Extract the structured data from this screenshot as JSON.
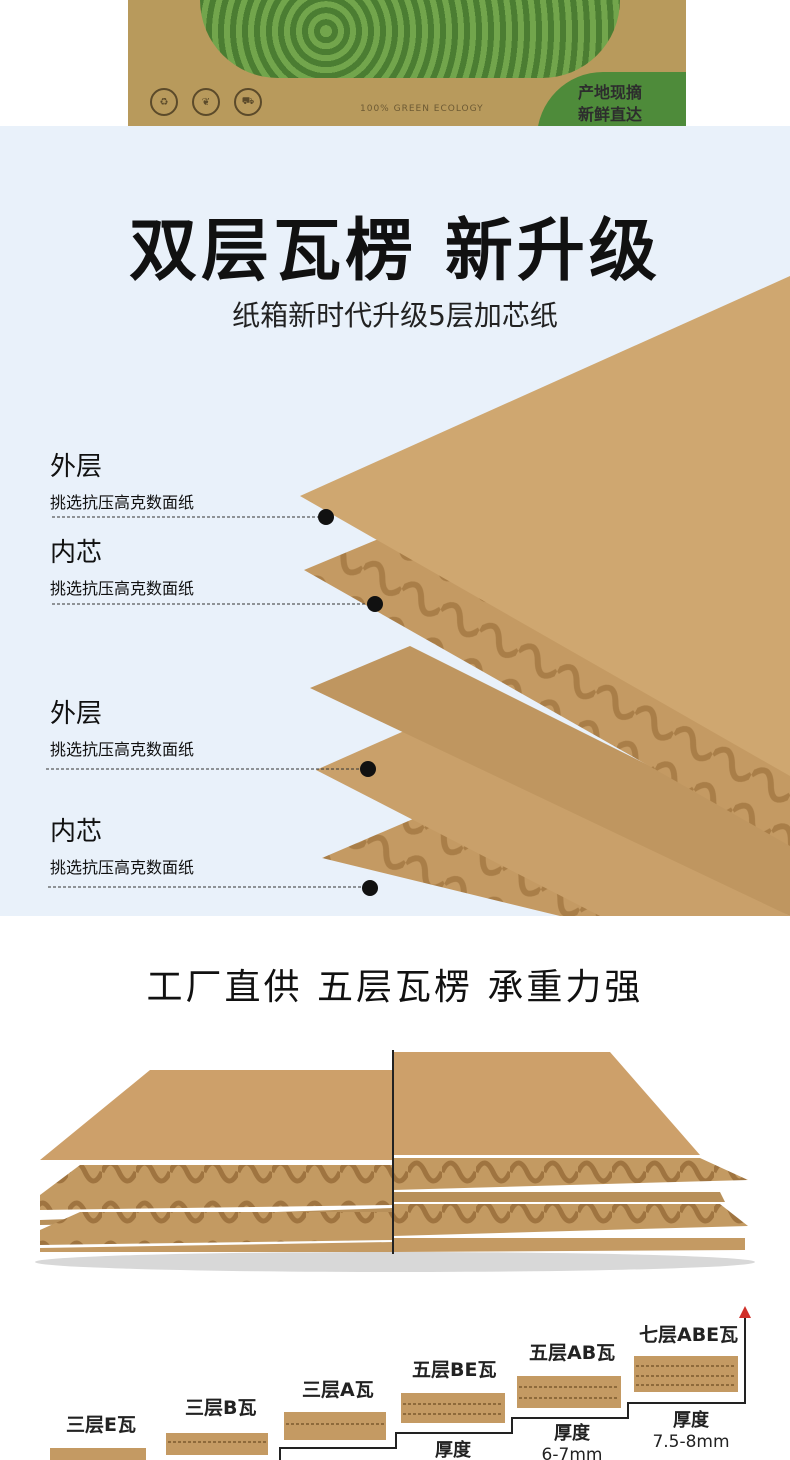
{
  "box": {
    "icons": [
      "纸箱",
      "新鲜",
      "放心"
    ],
    "eco_text": "100% GREEN ECOLOGY",
    "slogan_line1": "产地现摘",
    "slogan_line2": "新鲜直达"
  },
  "hero": {
    "title": "双层瓦楞 新升级",
    "subtitle": "纸箱新时代升级5层加芯纸",
    "layers": [
      {
        "name": "外层",
        "desc": "挑选抗压高克数面纸"
      },
      {
        "name": "内芯",
        "desc": "挑选抗压高克数面纸"
      },
      {
        "name": "外层",
        "desc": "挑选抗压高克数面纸"
      },
      {
        "name": "内芯",
        "desc": "挑选抗压高克数面纸"
      }
    ]
  },
  "section2": {
    "title": "工厂直供  五层瓦楞  承重力强"
  },
  "grades": {
    "items": [
      {
        "label": "三层E瓦"
      },
      {
        "label": "三层B瓦"
      },
      {
        "label": "三层A瓦"
      },
      {
        "label": "五层BE瓦"
      },
      {
        "label": "五层AB瓦"
      },
      {
        "label": "七层ABE瓦"
      }
    ],
    "thickness_label": "厚度",
    "thickness_values": [
      "6-7mm",
      "7.5-8mm"
    ]
  },
  "colors": {
    "kraft": "#c9a06a",
    "kraft_dark": "#a97e48",
    "blue_bg": "#e9f1fa",
    "box_green": "#4e8b3a",
    "arrow_red": "#d0302a"
  }
}
